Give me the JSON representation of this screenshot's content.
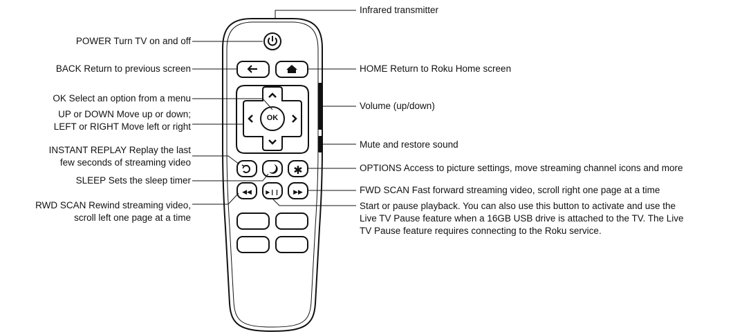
{
  "labels_left": {
    "power": "POWER Turn TV on and off",
    "back": "BACK Return to previous screen",
    "ok": "OK Select an option from a menu",
    "updown_1": "UP or DOWN Move up or down;",
    "updown_2": "LEFT or RIGHT Move left or right",
    "replay_1": "INSTANT REPLAY Replay the last",
    "replay_2": "few seconds of streaming video",
    "sleep": "SLEEP Sets the sleep timer",
    "rwd_1": "RWD SCAN Rewind streaming video,",
    "rwd_2": "scroll left one page at a time"
  },
  "labels_right": {
    "infrared": "Infrared transmitter",
    "home": "HOME Return to Roku Home screen",
    "volume": "Volume (up/down)",
    "mute": "Mute and restore sound",
    "options": "OPTIONS Access to picture settings, move streaming channel icons and more",
    "fwd": "FWD SCAN Fast forward streaming video, scroll right one page at a time",
    "play_1": "Start or pause playback. You can also use this button to activate and use the",
    "play_2": "Live TV Pause feature when a 16GB USB drive is attached to the TV. The Live",
    "play_3": "TV Pause feature requires connecting to the Roku service."
  },
  "remote_buttons": {
    "ok": "OK"
  },
  "icons": [
    "power-icon",
    "back-arrow-icon",
    "home-icon",
    "up-arrow-icon",
    "down-arrow-icon",
    "left-arrow-icon",
    "right-arrow-icon",
    "replay-icon",
    "sleep-moon-icon",
    "options-star-icon",
    "rewind-icon",
    "play-pause-icon",
    "fast-forward-icon"
  ]
}
